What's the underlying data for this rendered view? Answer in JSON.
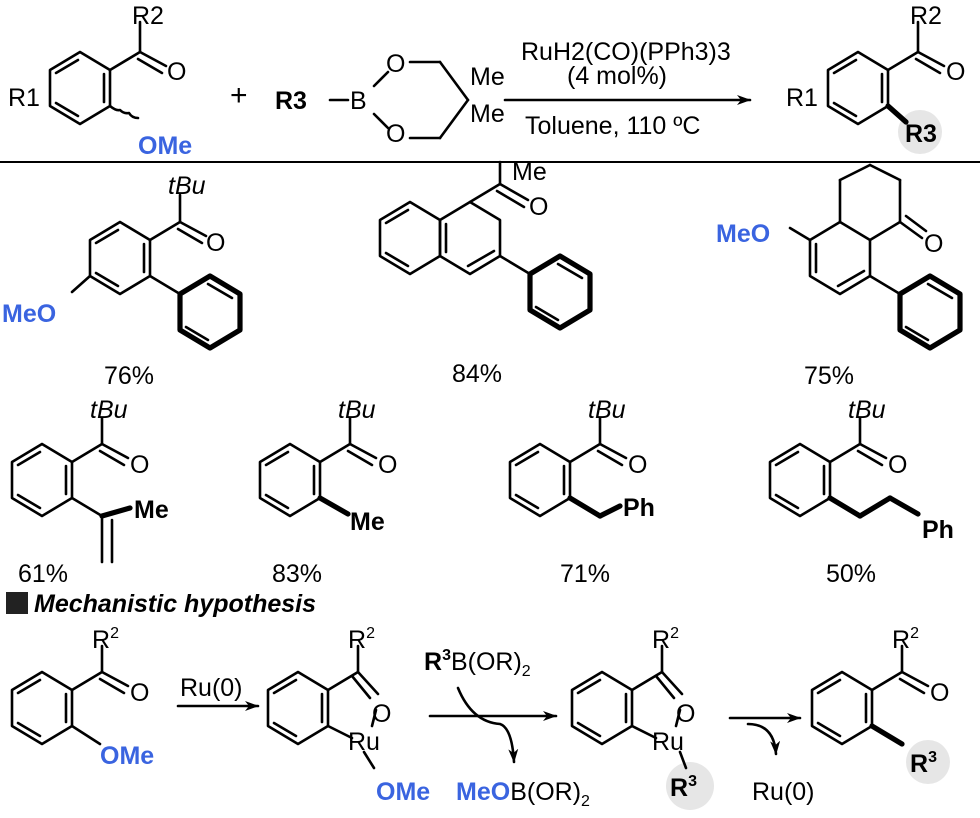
{
  "reaction": {
    "catalyst": "RuH2(CO)(PPh3)3",
    "loading": "(4 mol%)",
    "conditions": "Toluene, 110 ºC",
    "plus": "+",
    "labels": {
      "r1": "R1",
      "r2": "R2",
      "ome": "OMe",
      "r3": "R3",
      "boron": "B",
      "oxygen": "O",
      "me": "Me"
    }
  },
  "examples": [
    {
      "yield": "76%",
      "group": "tBu",
      "substituent": "MeO"
    },
    {
      "yield": "84%",
      "group": "Me"
    },
    {
      "yield": "75%",
      "substituent": "MeO"
    },
    {
      "yield": "61%",
      "group": "tBu",
      "substituent": "Me"
    },
    {
      "yield": "83%",
      "group": "tBu",
      "substituent": "Me"
    },
    {
      "yield": "71%",
      "group": "tBu",
      "substituent": "Ph"
    },
    {
      "yield": "50%",
      "group": "tBu",
      "substituent": "Ph"
    }
  ],
  "mechanism": {
    "title": "Mechanistic hypothesis",
    "step1_reagent": "Ru(0)",
    "boronate_prefix": "R",
    "boronate_suffix": "B(OR)",
    "byproduct_prefix": "MeO",
    "byproduct_suffix": "B(OR)",
    "subscript_2": "2",
    "superscript_2": "2",
    "superscript_3": "3",
    "metal": "Ru",
    "regenerated": "Ru(0)"
  },
  "colors": {
    "heteroatom_blue": "#3a64e0",
    "highlight_gray": "#e6e6e6"
  }
}
